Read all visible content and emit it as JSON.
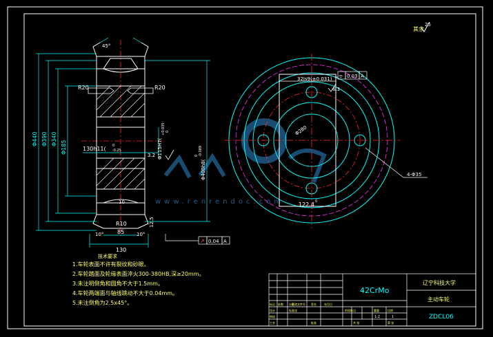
{
  "colors": {
    "background": "#000000",
    "frame": "#ffffff",
    "dimension": "#00ffff",
    "part_outline": "#ffffff",
    "center_line": "#ff2a2a",
    "hidden_circle": "#ff33ff",
    "hatch": "#ffffff",
    "tolerance": "#ffff66",
    "note_text": "#ffff66",
    "watermark": "#1f5a85"
  },
  "surface_finish": {
    "label": "其余",
    "value": "25"
  },
  "side_view": {
    "dims": {
      "d440": "Φ440",
      "d390": "Φ390",
      "d340": "Φ340",
      "d185": "Φ185",
      "r20_left": "R20",
      "r20_right": "R20",
      "len130h11": "130h11(",
      "len130h11_tol_top": "0",
      "len130h11_tol_bot": "-0.25",
      "bore": "Φ115H7(",
      "bore_tol_top": "+0.035",
      "bore_tol_bot": "0",
      "pitch": "Φ400h8(",
      "pitch_tol_top": "0",
      "pitch_tol_bot": "-0.089",
      "r10": "R10",
      "w85": "85",
      "w130": "130",
      "angle_left": "10°",
      "angle_right": "10°",
      "rough_32": "3.2",
      "rough_125": "12.5",
      "top_angle": "45°",
      "bottom_label": "10"
    },
    "tolerance_box": {
      "symbol": "↗",
      "value": "0.04",
      "datum": "A"
    }
  },
  "front_view": {
    "keyway": "32Js9(±0.031)",
    "pcd": "Φ280",
    "hole_note": "4-Φ35",
    "keyway_depth": "122.4",
    "keyway_depth_tol": "0",
    "tolerance_box": {
      "symbol": "⌯",
      "value": "0.03",
      "datum": "A"
    },
    "roughness": "6.3"
  },
  "notes": {
    "title": "技术要求",
    "items": [
      "1.车轮表面不许有裂纹和砂眼。",
      "2.车轮踏面及轮缘表面淬火300-380HB,深≥20mm。",
      "3.未注明倒角和圆角不大于1.5mm。",
      "4.车轮两端面与轴线跳动不大于0.04mm。",
      "5.未注倒角为2.5x45°。"
    ]
  },
  "title_block": {
    "material": "42CrMo",
    "school": "辽宁科技大学",
    "part_name": "主动车轮",
    "drawing_no": "ZDCL06",
    "scale_label": "比例",
    "scale": "1:2",
    "qty_label": "件数",
    "qty": "1",
    "sheet_label": "共",
    "sheet_total": "张",
    "sheet_no": "第",
    "designer": "设计",
    "checker": "审核",
    "process": "工艺",
    "approve": "批准",
    "std": "标准化",
    "col_mark": "标记",
    "col_count": "处数",
    "col_zone": "分区",
    "col_change": "更改文件号",
    "col_sign": "签名",
    "col_date": "年月日",
    "stage": "阶段标记",
    "weight": "重量",
    "ratio": "比例",
    "footer_a": "共 张",
    "footer_b": "第 张"
  },
  "watermark": {
    "text": "www.renrendoc.com"
  }
}
